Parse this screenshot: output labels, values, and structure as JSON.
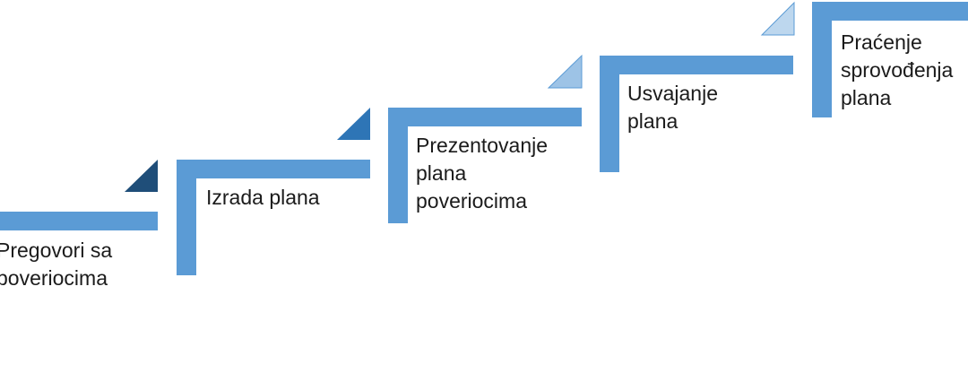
{
  "steps": [
    {
      "label": "Pregovori sa\npoveriocima",
      "color": "#5b9bd5",
      "arrow_color": "#1f4e79"
    },
    {
      "label": "Izrada plana",
      "color": "#5b9bd5",
      "arrow_color": "#2e75b6"
    },
    {
      "label": "Prezentovanje\nplana\npoveriocima",
      "color": "#5b9bd5",
      "arrow_color": "#9dc3e6"
    },
    {
      "label": "Usvajanje\nplana",
      "color": "#5b9bd5",
      "arrow_color": "#bdd7ee"
    },
    {
      "label": "Praćenje\nsprovođenja\nplana",
      "color": "#5b9bd5",
      "arrow_color": "#deebf7"
    }
  ]
}
